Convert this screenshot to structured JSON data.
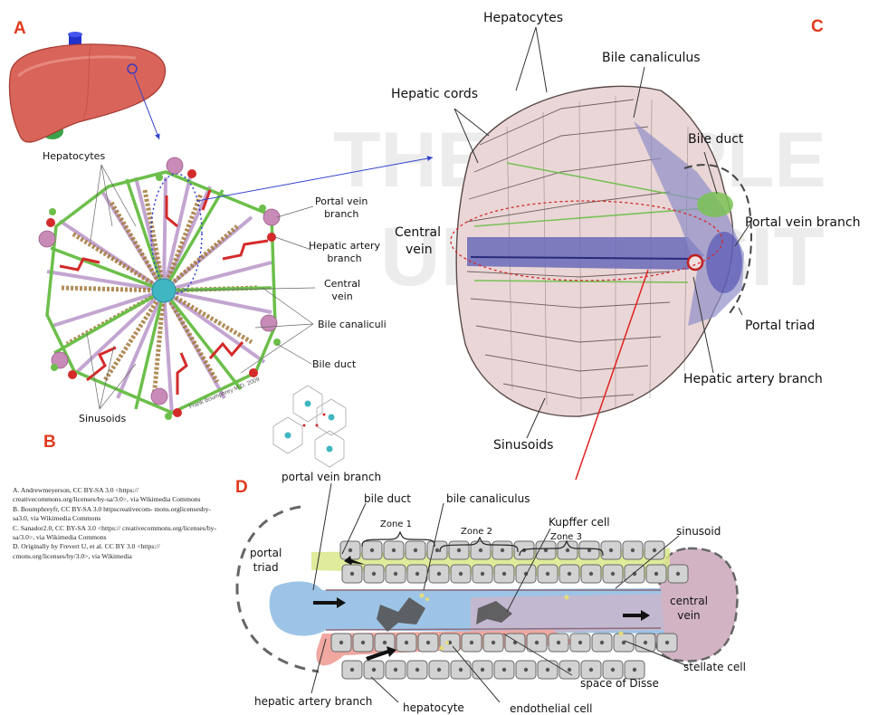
{
  "panels": {
    "a": "A",
    "b": "B",
    "c": "C",
    "d": "D"
  },
  "panel_b": {
    "hepatocytes": "Hepatocytes",
    "portal_vein_branch": [
      "Portal vein",
      "branch"
    ],
    "hepatic_artery_branch": [
      "Hepatic artery",
      "branch"
    ],
    "central_vein": [
      "Central",
      "vein"
    ],
    "bile_canaliculi": "Bile canaliculi",
    "bile_duct": "Bile duct",
    "sinusoids": "Sinusoids",
    "signature": "Frank Boumphrey M.D. 2009"
  },
  "panel_c": {
    "hepatocytes": "Hepatocytes",
    "bile_canaliculus": "Bile canaliculus",
    "hepatic_cords": "Hepatic cords",
    "bile_duct": "Bile duct",
    "portal_vein_branch": "Portal vein branch",
    "central_vein": [
      "Central",
      "vein"
    ],
    "portal_triad": "Portal triad",
    "hepatic_artery_branch": "Hepatic artery branch",
    "sinusoids": "Sinusoids"
  },
  "panel_d": {
    "portal_vein_branch": "portal vein branch",
    "bile_duct": "bile duct",
    "bile_canaliculus": "bile canaliculus",
    "portal_triad": [
      "portal",
      "triad"
    ],
    "zone_1": "Zone 1",
    "zone_2": "Zone 2",
    "zone_3": "Zone 3",
    "kupffer_cell": "Kupffer cell",
    "sinusoid": "sinusoid",
    "central_vein": [
      "central",
      "vein"
    ],
    "stellate_cell": "stellate cell",
    "space_of_disse": "space of Disse",
    "hepatic_artery_branch": "hepatic artery branch",
    "hepatocyte": "hepatocyte",
    "endothelial_cell": "endothelial cell"
  },
  "credits": [
    "A. Andrewmeyerson, CC BY-SA 3.0 <https:// creativecommons.org/licenses/by-sa/3.0>, via Wikimedia Commons",
    "B. Boumphreyfr, CC BY-SA 3.0 httpscreativecom- mons.orglicensesby-sa3.0, via Wikimedia Commons",
    "C. Sanador2.0, CC BY-SA 3.0 <https:// creativecommons.org/licenses/by-sa/3.0>, via Wikimedia Commons",
    "D. Originally by Frevert U, et al. CC BY 3.0 <https:// cmons.org/licenses/by/3.0>, via Wikimedia"
  ],
  "watermark": {
    "line1": "THE PEOPLE",
    "line2": "UNIVERSIT"
  },
  "colors": {
    "panel_letter": "#e03a1e",
    "liver": "#d9645a",
    "septa_green": "#6cbf4a",
    "sinusoid_purple": "#b996c9",
    "portal_vein_pink": "#c88bb7",
    "artery_red": "#d42a2a",
    "central_vein_teal": "#3fb6c2",
    "portal_vein_blue": "#9dc4e6",
    "artery_salmon": "#f0a8a0",
    "bile_yellow": "#dbe88a",
    "hepatocyte_gray": "#d2d2d2",
    "central_vein_mauve": "#d2b3c4"
  }
}
